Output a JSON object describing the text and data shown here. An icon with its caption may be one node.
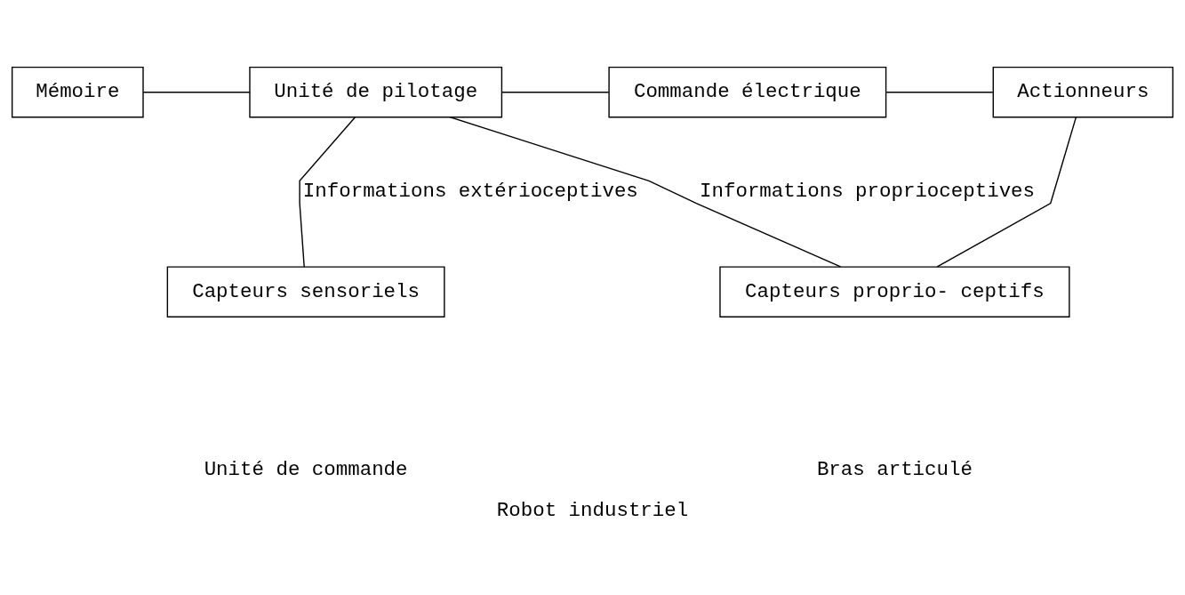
{
  "diagram": {
    "caption": "Robot industriel",
    "nodes": [
      {
        "text": [
          "Mémoire"
        ]
      },
      {
        "text": [
          "Unité de pilotage"
        ]
      },
      {
        "text": [
          "Commande électrique"
        ]
      },
      {
        "text": [
          "Actionneurs"
        ]
      },
      {
        "text": [
          "Capteurs proprio- ceptifs"
        ]
      },
      {
        "text": [
          "Capteurs sensoriels"
        ]
      }
    ],
    "edges": [
      {
        "from": 0,
        "to": 1,
        "arrow": "none"
      },
      {
        "from": 1,
        "to": 2,
        "arrow": "none"
      },
      {
        "from": 2,
        "to": 3,
        "arrow": "none"
      },
      {
        "from": 3,
        "to": 4,
        "arrow": "none"
      },
      {
        "from": 1,
        "to": 5,
        "arrow": "none",
        "label": "Informations extérioceptives"
      },
      {
        "from": 1,
        "to": 4,
        "arrow": "none",
        "label": "Informations proprioceptives"
      }
    ],
    "labels": [
      "Unité de commande",
      "Bras articulé"
    ]
  }
}
